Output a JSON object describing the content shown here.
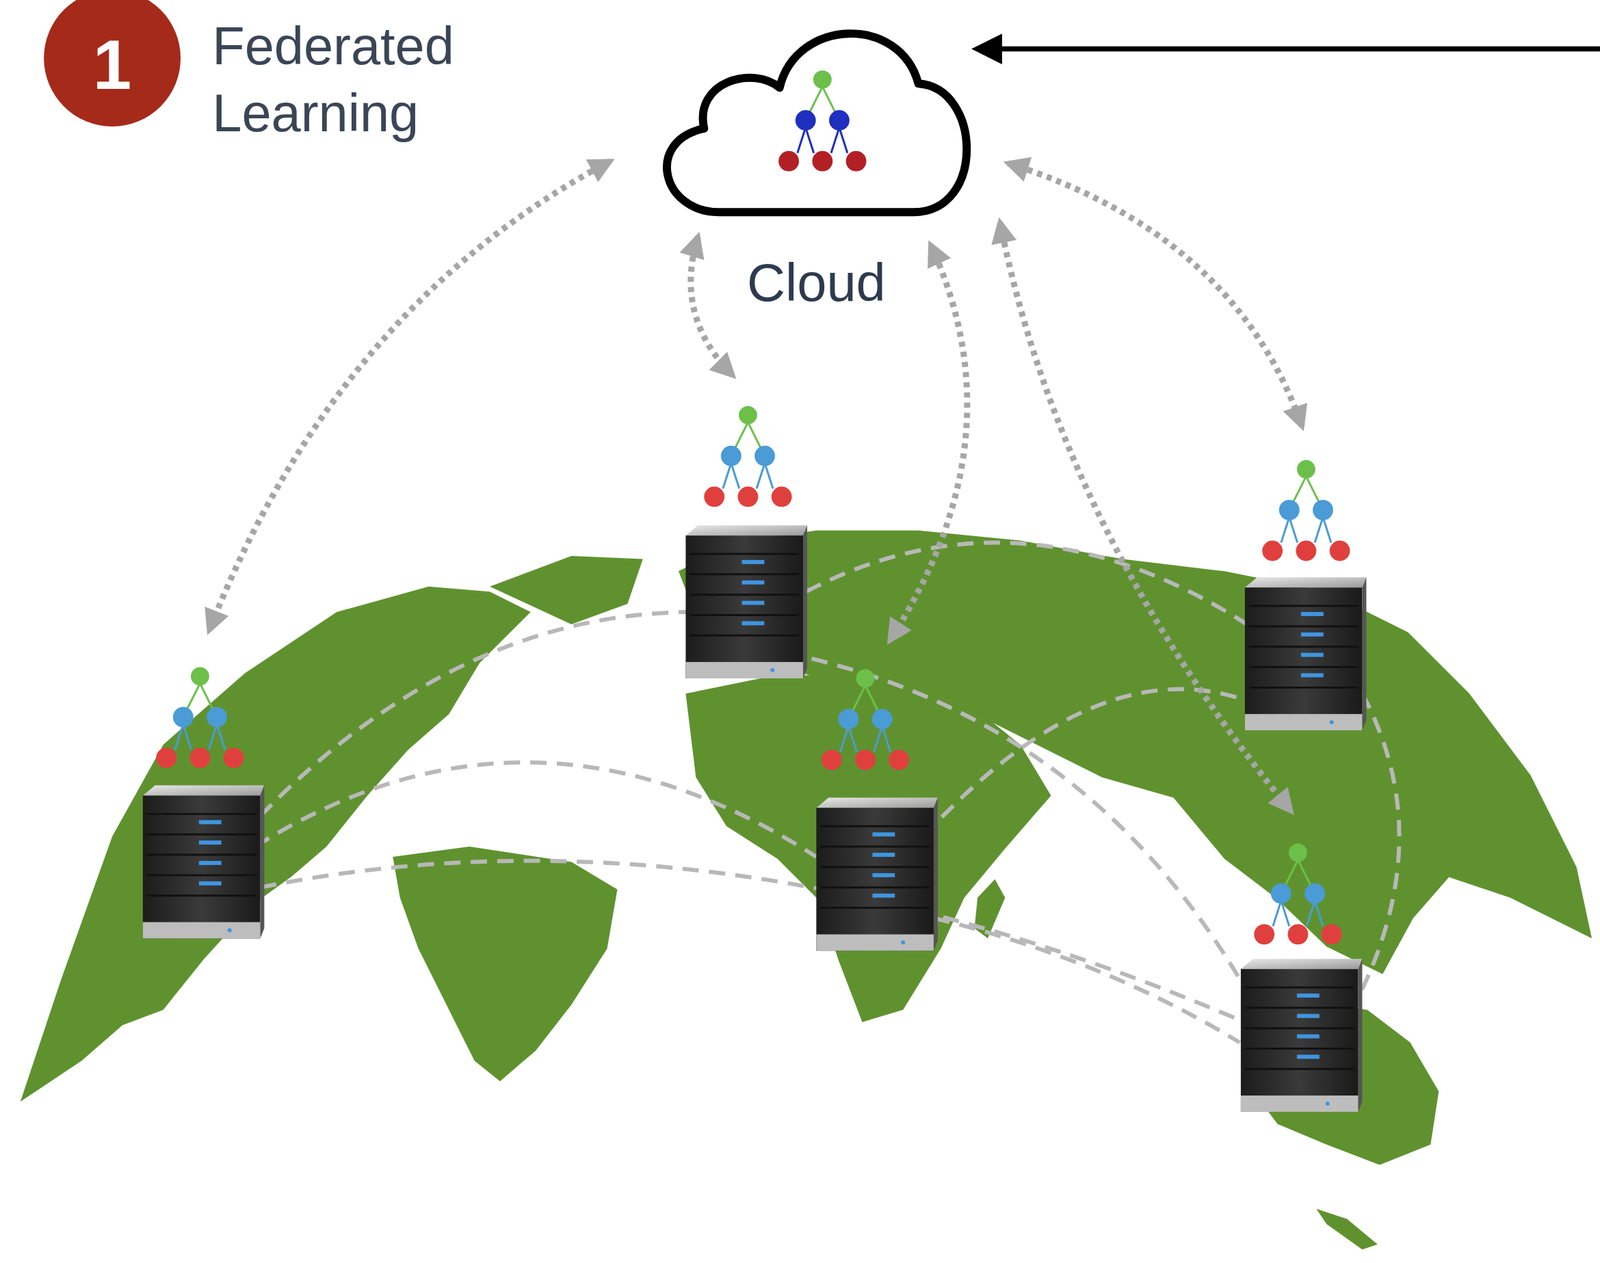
{
  "diagram": {
    "title": "Federated Learning",
    "nodes": [
      {
        "text": [
          "1"
        ]
      },
      {
        "text": [
          "Cloud"
        ]
      }
    ]
  }
}
